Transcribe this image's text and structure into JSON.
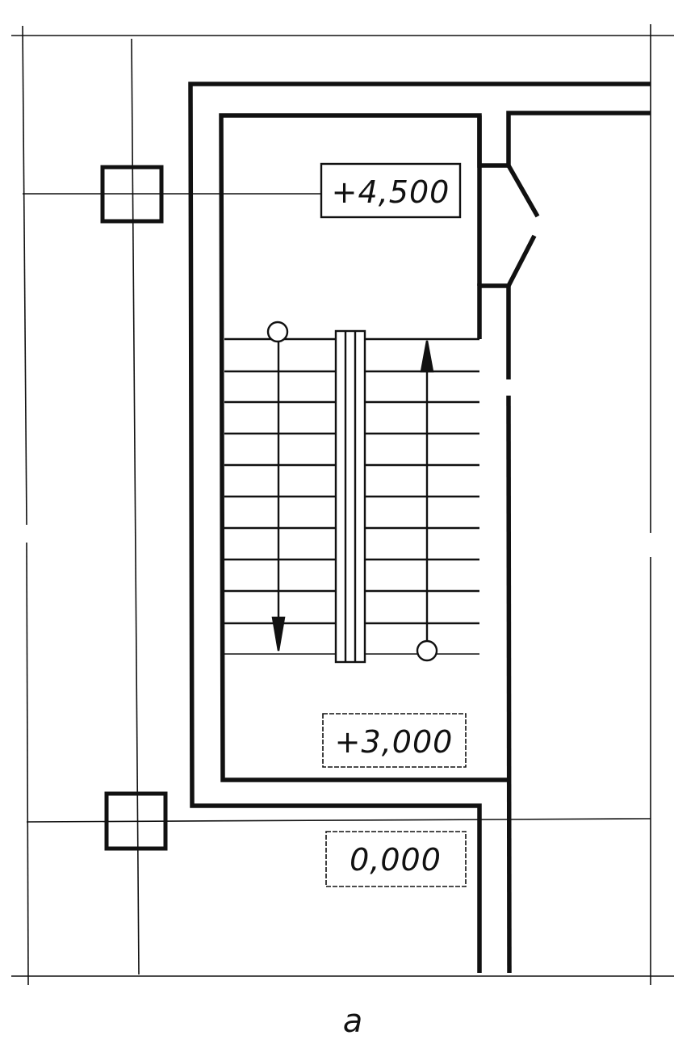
{
  "plan": {
    "elevations": {
      "top_landing": "+4,500",
      "mid_landing": "+3,000",
      "ground": "0,000"
    },
    "caption": "a"
  },
  "colors": {
    "ink": "#111111",
    "paper": "#ffffff"
  }
}
